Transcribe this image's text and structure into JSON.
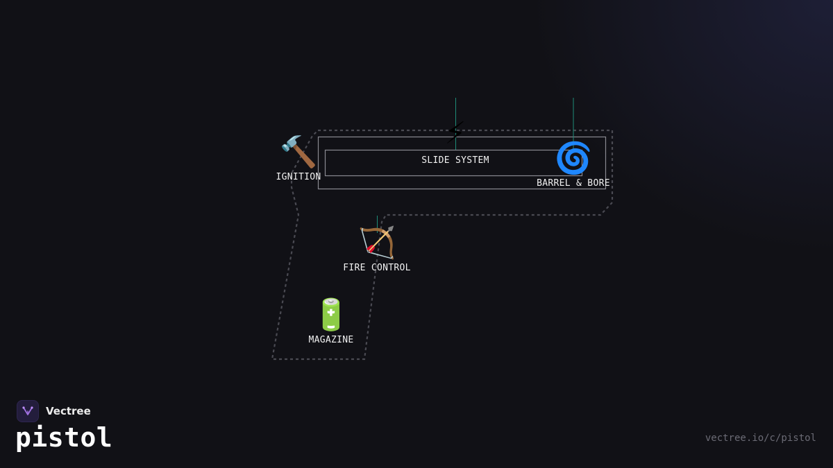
{
  "diagram": {
    "parts": [
      {
        "id": "ignition",
        "label": "IGNITION",
        "icon": "hammer-icon",
        "glyph": "🔨"
      },
      {
        "id": "slide-system",
        "label": "SLIDE SYSTEM",
        "icon": "lightning-icon",
        "glyph": "⚡"
      },
      {
        "id": "barrel-bore",
        "label": "BARREL & BORE",
        "icon": "cyclone-icon",
        "glyph": "🌀"
      },
      {
        "id": "fire-control",
        "label": "FIRE CONTROL",
        "icon": "bow-and-arrow-icon",
        "glyph": "🏹"
      },
      {
        "id": "magazine",
        "label": "MAGAZINE",
        "icon": "battery-icon",
        "glyph": "🔋"
      }
    ],
    "colors": {
      "background": "#111116",
      "outline": "#4a4a52",
      "box_stroke": "#8a8a92",
      "connector": "#1e8c78",
      "label": "#f2f2f2"
    }
  },
  "footer": {
    "brand_name": "Vectree",
    "brand_icon": "vectree-logo-icon",
    "title": "pistol",
    "url": "vectree.io/c/pistol",
    "accent": "#a070e0"
  }
}
